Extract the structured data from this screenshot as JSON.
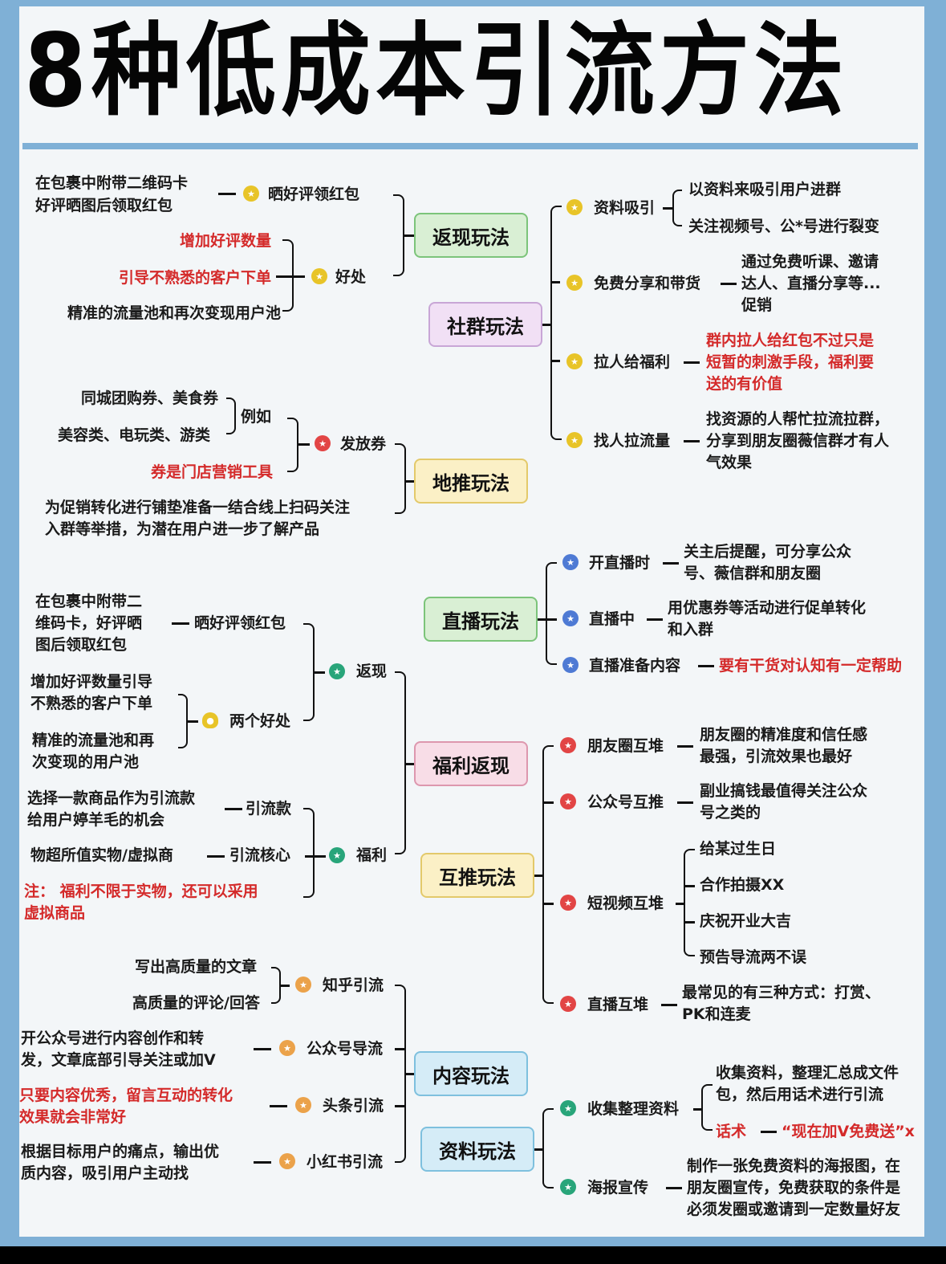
{
  "title": "8种低成本引流方法",
  "colors": {
    "frame": "#7fb0d6",
    "paper": "#f3f6f8",
    "red_text": "#d42a2a",
    "star_yellow": "#e8c428",
    "star_red": "#e24545",
    "star_blue": "#4e7ad4",
    "star_green": "#28a57a",
    "star_orange": "#eba24a"
  },
  "categories": {
    "fanxian": {
      "label": "返现玩法",
      "color": "green"
    },
    "shequn": {
      "label": "社群玩法",
      "color": "purple"
    },
    "ditui": {
      "label": "地推玩法",
      "color": "yellow"
    },
    "zhibo": {
      "label": "直播玩法",
      "color": "green"
    },
    "fuli": {
      "label": "福利返现",
      "color": "pink"
    },
    "hutui": {
      "label": "互推玩法",
      "color": "yellow"
    },
    "neirong": {
      "label": "内容玩法",
      "color": "blue"
    },
    "ziliao": {
      "label": "资料玩法",
      "color": "blue"
    }
  },
  "fanxian": {
    "shai": {
      "label": "晒好评领红包",
      "detail": [
        "在包裹中附带二维码卡",
        "好评晒图后领取红包"
      ]
    },
    "haochu": {
      "label": "好处",
      "items": [
        "增加好评数量",
        "引导不熟悉的客户下单",
        "精准的流量池和再次变现用户池"
      ]
    }
  },
  "shequn": {
    "ziliao": {
      "label": "资料吸引",
      "items": [
        "以资料来吸引用户进群",
        "关注视频号、公*号进行裂变"
      ]
    },
    "fenxiang": {
      "label": "免费分享和带货",
      "detail": [
        "通过免费听课、邀请",
        "达人、直播分享等...",
        "促销"
      ]
    },
    "laren": {
      "label": "拉人给福利",
      "detail": [
        "群内拉人给红包不过只是",
        "短暂的刺激手段，福利要",
        "送的有价值"
      ]
    },
    "zhaoren": {
      "label": "找人拉流量",
      "detail": [
        "找资源的人帮忙拉流拉群，",
        "分享到朋友圈薇信群才有人",
        "气效果"
      ]
    }
  },
  "ditui": {
    "fafang": {
      "label": "发放券",
      "liru": "例如",
      "examples": [
        "同城团购券、美食券",
        "美容类、电玩类、游类"
      ],
      "note": "券是门店营销工具"
    },
    "detail": [
      "为促销转化进行铺垫准备一结合线上扫码关注",
      "入群等举措，为潜在用户进一步了解产品"
    ]
  },
  "zhibo": {
    "kai": {
      "label": "开直播时",
      "detail": [
        "关主后提醒，可分享公众",
        "号、薇信群和朋友圈"
      ]
    },
    "zhong": {
      "label": "直播中",
      "detail": [
        "用优惠券等活动进行促单转化",
        "和入群"
      ]
    },
    "zhunbei": {
      "label": "直播准备内容",
      "detail": "要有干货对认知有一定帮助"
    }
  },
  "fuli": {
    "fanxian": {
      "label": "返现",
      "shai": {
        "label": "晒好评领红包",
        "detail": [
          "在包裹中附带二",
          "维码卡，好评晒",
          "图后领取红包"
        ]
      },
      "haochu": {
        "label": "两个好处",
        "items": [
          [
            "增加好评数量引导",
            "不熟悉的客户下单"
          ],
          [
            "精准的流量池和再",
            "次变现的用户池"
          ]
        ]
      }
    },
    "fuli": {
      "label": "福利",
      "yinliukuan": {
        "label": "引流款",
        "detail": [
          "选择一款商品作为引流款",
          "给用户婷羊毛的机会"
        ]
      },
      "hexin": {
        "label": "引流核心",
        "detail": "物超所值实物/虚拟商"
      },
      "note": [
        "注： 福利不限于实物，还可以采用",
        "虚拟商品"
      ]
    }
  },
  "hutui": {
    "pyq": {
      "label": "朋友圈互堆",
      "detail": [
        "朋友圈的精准度和信任感",
        "最强，引流效果也最好"
      ]
    },
    "gzh": {
      "label": "公众号互推",
      "detail": [
        "副业搞钱最值得关注公众",
        "号之类的"
      ]
    },
    "dsp": {
      "label": "短视频互堆",
      "items": [
        "给某过生日",
        "合作拍摄XX",
        "庆祝开业大吉",
        "预告导流两不误"
      ]
    },
    "zb": {
      "label": "直播互堆",
      "detail": [
        "最常见的有三种方式：打赏、",
        "PK和连麦"
      ]
    }
  },
  "neirong": {
    "zhihu": {
      "label": "知乎引流",
      "items": [
        "写出高质量的文章",
        "高质量的评论/回答"
      ]
    },
    "gzh": {
      "label": "公众号导流",
      "detail": [
        "开公众号进行内容创作和转",
        "发，文章底部引导关注或加V"
      ]
    },
    "toutiao": {
      "label": "头条引流",
      "detail": [
        "只要内容优秀，留言互动的转化",
        "效果就会非常好"
      ]
    },
    "xhs": {
      "label": "小红书引流",
      "detail": [
        "根据目标用户的痛点，输出优",
        "质内容，吸引用户主动找"
      ]
    }
  },
  "ziliao": {
    "shouji": {
      "label": "收集整理资料",
      "detail": [
        "收集资料，整理汇总成文件",
        "包，然后用话术进行引流"
      ],
      "huashu": "话术",
      "huashu_text": "“现在加V免费送”x"
    },
    "haibao": {
      "label": "海报宣传",
      "detail": [
        "制作一张免费资料的海报图，在",
        "朋友圈宣传，免费获取的条件是",
        "必须发圈或邀请到一定数量好友"
      ]
    }
  },
  "star_glyph": "★",
  "bulb_glyph": "●",
  "dash": "—"
}
